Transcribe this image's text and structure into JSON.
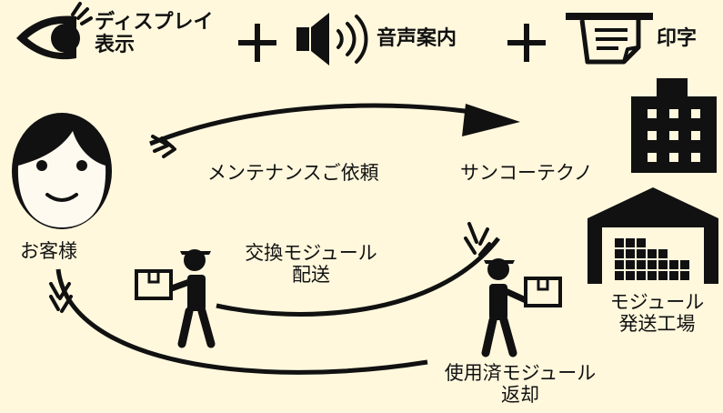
{
  "header": {
    "display_label": "ディスプレイ\n表示",
    "plus": "+",
    "voice_label": "音声案内",
    "print_label": "印字"
  },
  "diagram": {
    "customer_label": "お客様",
    "request_label": "メンテナンスご依頼",
    "company_label": "サンコーテクノ",
    "delivery_label": "交換モジュール\n配送",
    "factory_label": "モジュール\n発送工場",
    "return_label": "使用済モジュール\n返却"
  },
  "colors": {
    "background": "#fff8dd",
    "ink": "#111111",
    "face": "#fffaf0"
  },
  "icons": [
    "eye-icon",
    "speaker-icon",
    "receipt-print-icon",
    "customer-face-icon",
    "office-building-icon",
    "warehouse-icon",
    "courier-icon"
  ]
}
